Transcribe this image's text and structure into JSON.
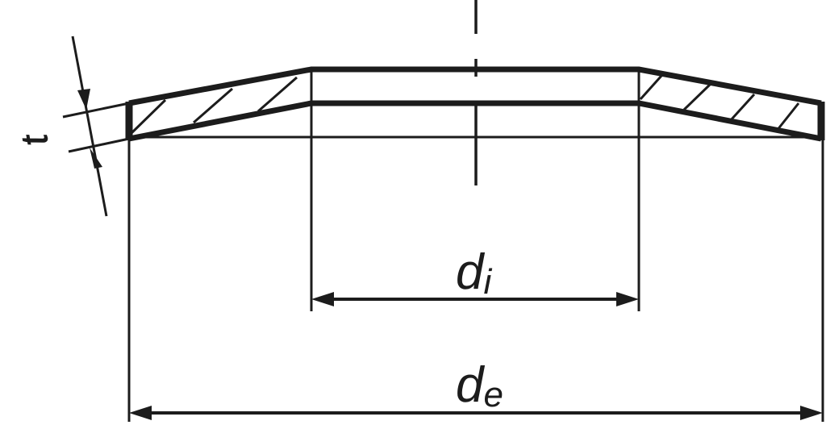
{
  "diagram": {
    "subject": "disc spring cross-section",
    "colors": {
      "ink": "#1c1c1c",
      "background": "#ffffff"
    },
    "labels": {
      "thickness": "t",
      "inner_diameter_main": "d",
      "inner_diameter_sub": "i",
      "outer_diameter_main": "d",
      "outer_diameter_sub": "e"
    }
  }
}
